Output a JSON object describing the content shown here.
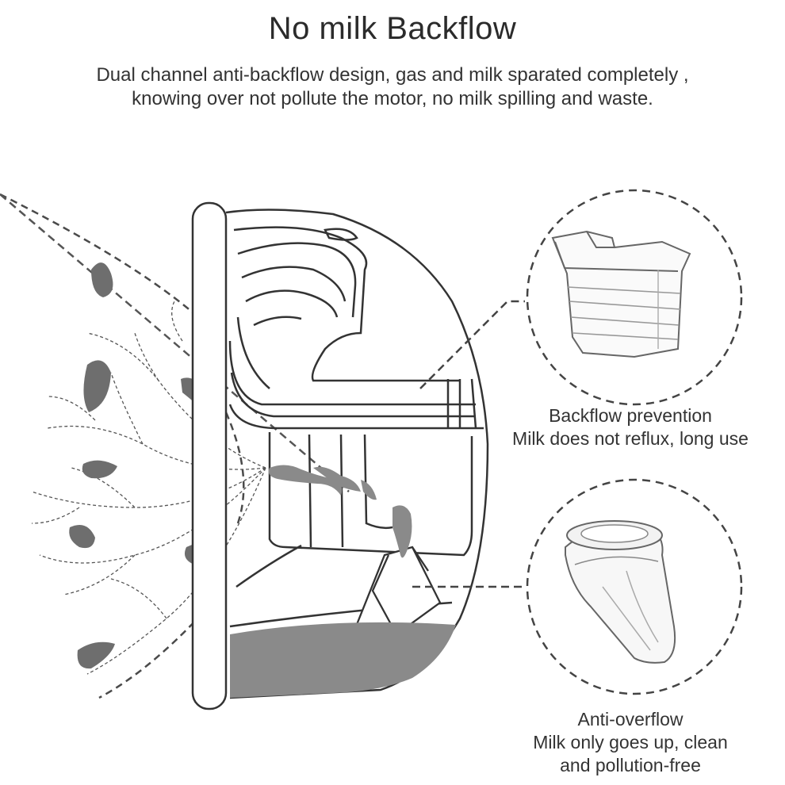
{
  "header": {
    "title": "No milk Backflow",
    "subtitle_line1": "Dual channel anti-backflow design, gas and milk sparated completely ,",
    "subtitle_line2": "knowing over not pollute the motor, no milk spilling and waste."
  },
  "callouts": [
    {
      "line1": "Backflow prevention",
      "line2": "Milk does not reflux, long use",
      "icon": "backflow-valve"
    },
    {
      "line1": "Anti-overflow",
      "line2": "Milk only goes up, clean",
      "line3": "and pollution-free",
      "icon": "duckbill-valve"
    }
  ],
  "colors": {
    "line": "#3a3a3a",
    "milk": "#8a8a8a",
    "drop": "#6e6e6e"
  }
}
